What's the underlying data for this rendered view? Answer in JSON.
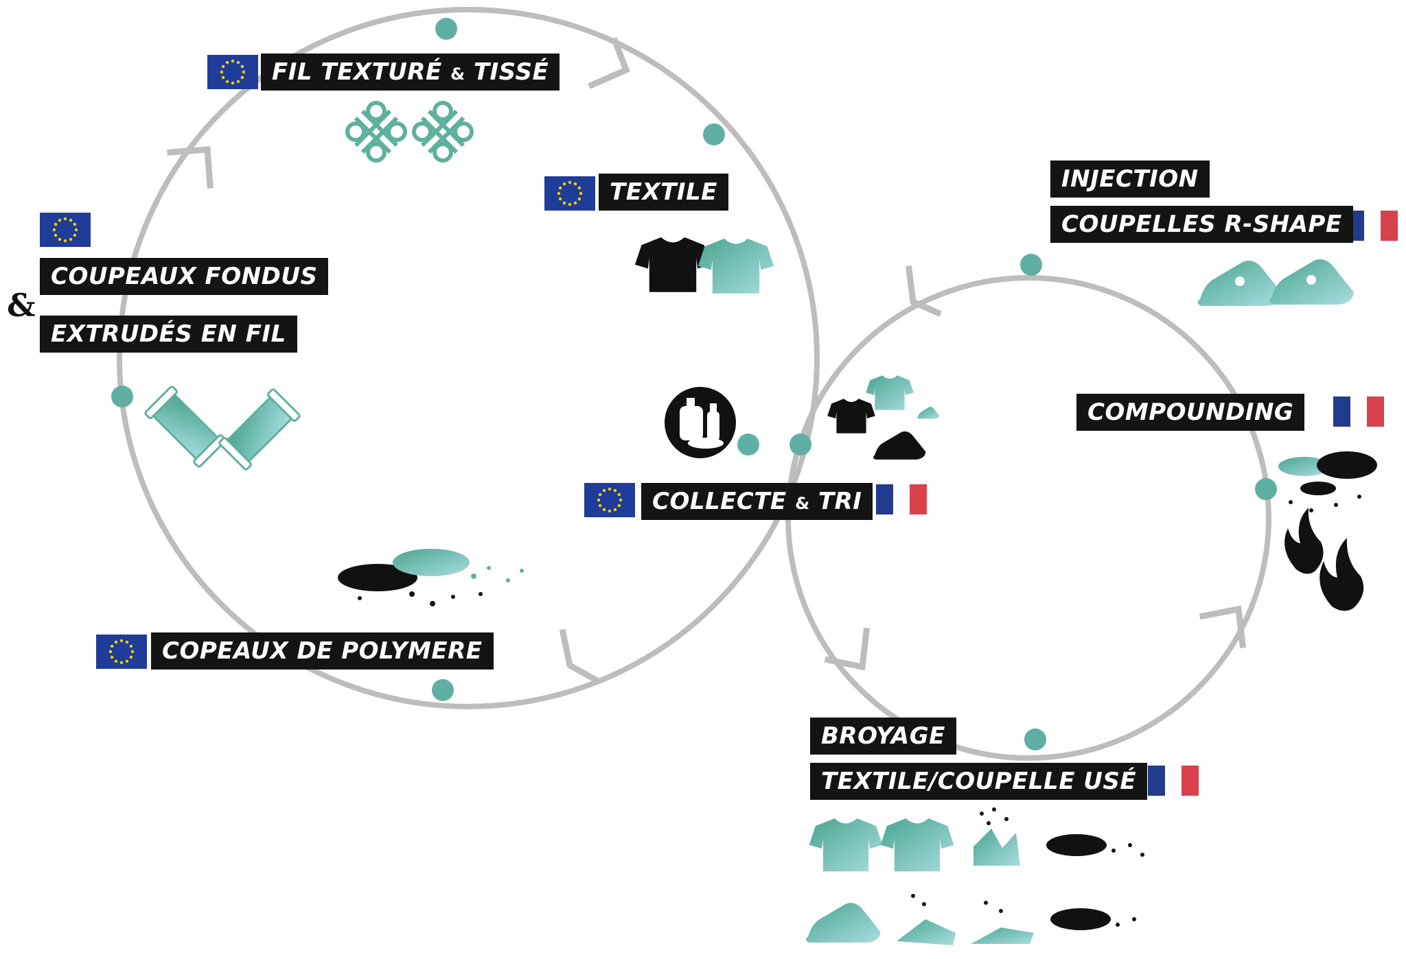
{
  "colors": {
    "ring": "#bdbdbd",
    "node": "#5fb0a2",
    "label_bg": "#141414",
    "label_text": "#ffffff",
    "teal": "#5fb09e",
    "dark": "#111111",
    "eu_blue": "#1f3c99",
    "eu_star": "#f5d300",
    "fr_blue": "#233b8c",
    "fr_white": "#ffffff",
    "fr_red": "#d9414b"
  },
  "ampersand": "&",
  "labels": {
    "fil_texture": {
      "a": "FIL TEXTURÉ",
      "amp": "&",
      "b": "TISSÉ"
    },
    "textile": "TEXTILE",
    "coupeaux_fondus": "COUPEAUX FONDUS",
    "extrudes_en_fil": "EXTRUDÉS EN FIL",
    "collecte": {
      "a": "COLLECTE",
      "amp": "&",
      "b": "TRI"
    },
    "copeaux_polymere": "COPEAUX DE POLYMERE",
    "injection": "INJECTION",
    "coupelles": "COUPELLES R-SHAPE",
    "compounding": "COMPOUNDING",
    "broyage": "BROYAGE",
    "textile_coupelle": "TEXTILE/COUPELLE USÉ"
  },
  "icons": {
    "eu_flag": "eu-flag-icon",
    "fr_flag": "french-flag-icon",
    "knot": "woven-knot-icon",
    "tshirt": "t-shirt-icon",
    "spool": "thread-spool-icon",
    "bottles": "plastic-bottles-icon",
    "powder": "polymer-powder-icon",
    "cup": "r-shape-cup-icon",
    "flame": "flame-icon"
  }
}
